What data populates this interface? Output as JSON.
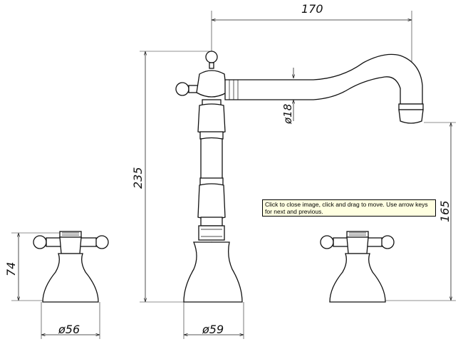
{
  "dimensions": {
    "width_170": "170",
    "height_235": "235",
    "height_165": "165",
    "height_74": "74",
    "diameter_18": "ø18",
    "diameter_56": "ø56",
    "diameter_59": "ø59"
  },
  "tooltip": {
    "text": "Click to close image, click and drag to move. Use arrow keys for next and previous."
  },
  "colors": {
    "line": "#111111",
    "tooltip_background": "#ffffe1"
  }
}
